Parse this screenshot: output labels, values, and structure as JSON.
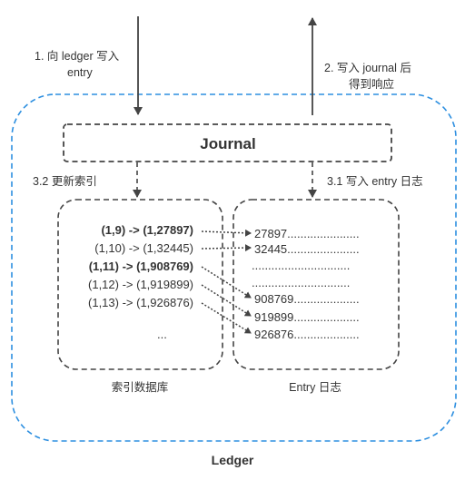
{
  "title": "Ledger",
  "journal": {
    "label": "Journal"
  },
  "steps": {
    "step1_line1": "1. 向 ledger 写入",
    "step1_line2": "entry",
    "step2_line1": "2. 写入 journal 后",
    "step2_line2": "得到响应",
    "step32": "3.2 更新索引",
    "step31": "3.1 写入 entry 日志"
  },
  "index_db": {
    "label": "索引数据库",
    "rows": [
      {
        "text": "(1,9) -> (1,27897)",
        "bold": true
      },
      {
        "text": "(1,10) -> (1,32445)",
        "bold": false
      },
      {
        "text": "(1,11) -> (1,908769)",
        "bold": true
      },
      {
        "text": "(1,12) -> (1,919899)",
        "bold": false
      },
      {
        "text": "(1,13) -> (1,926876)",
        "bold": false
      }
    ],
    "ellipsis": "..."
  },
  "entry_log": {
    "label": "Entry 日志",
    "rows": [
      "27897......................",
      "32445......................",
      "..............................",
      "..............................",
      "908769....................",
      "919899....................",
      "926876...................."
    ]
  },
  "colors": {
    "dashed_border": "#2d8fe0",
    "stroke": "#444444"
  }
}
